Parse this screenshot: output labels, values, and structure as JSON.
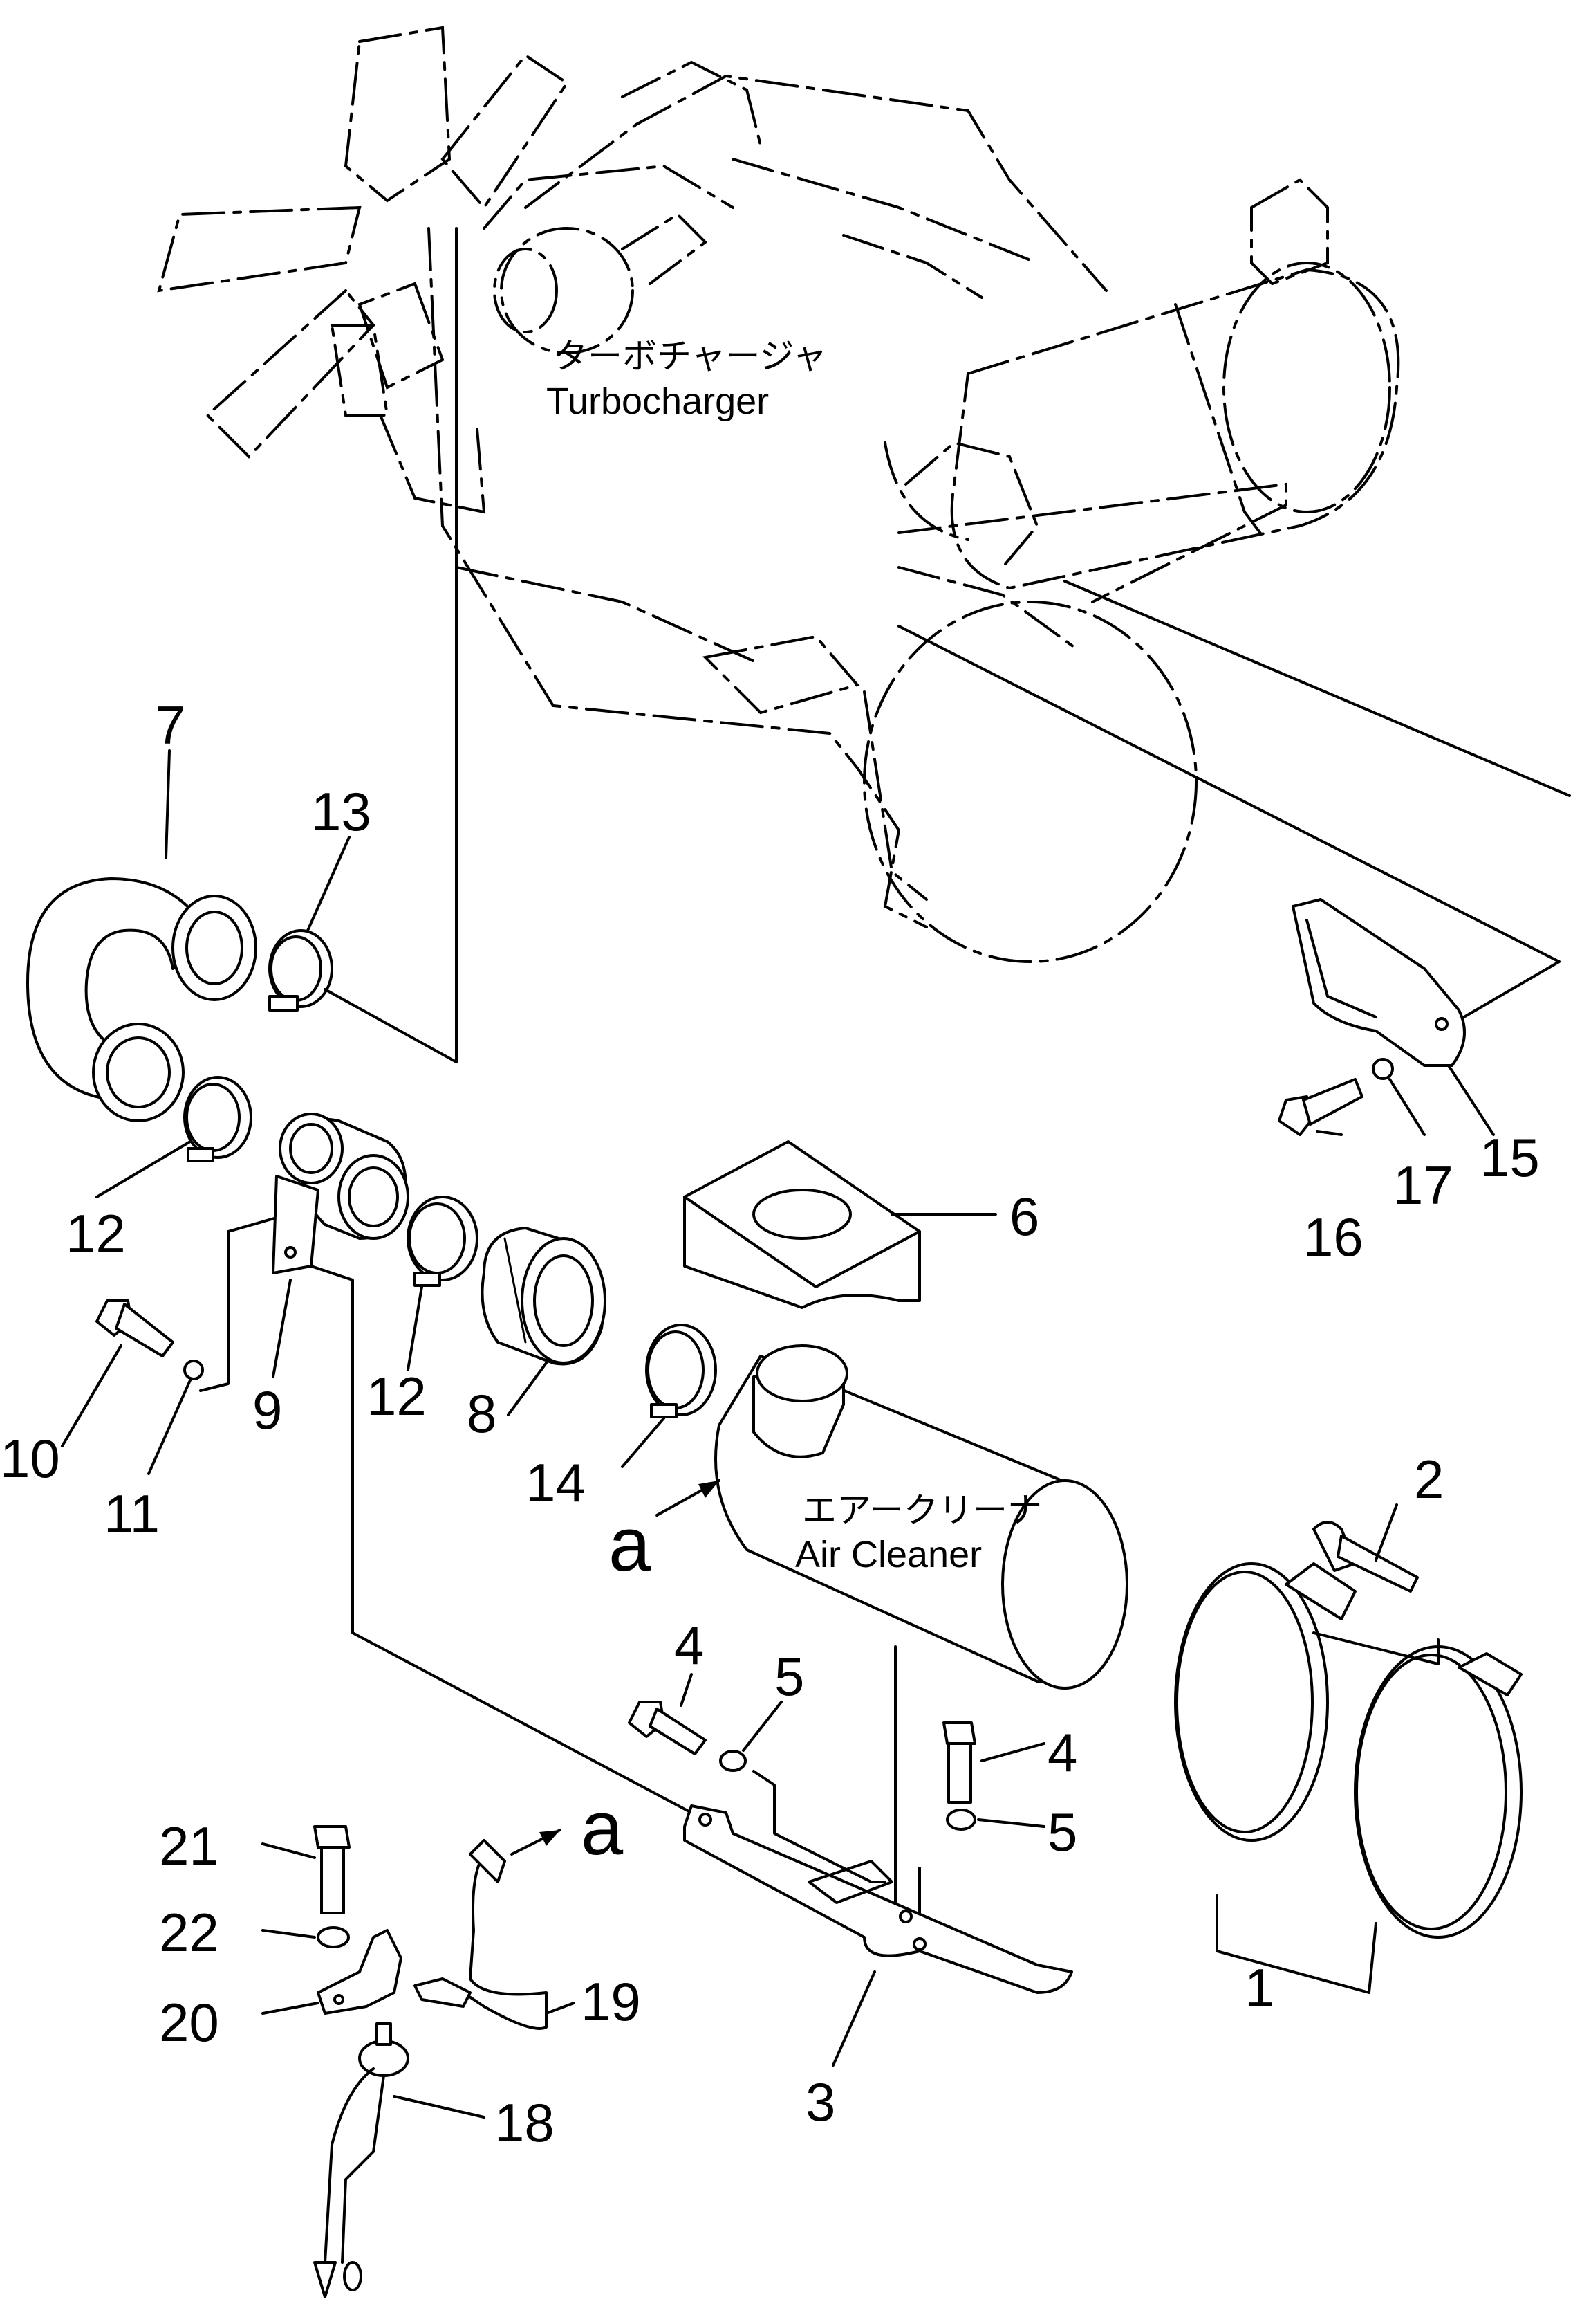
{
  "labels": {
    "turbocharger_jp": "ターボチャージャ",
    "turbocharger_en": "Turbocharger",
    "air_cleaner_jp": "エアークリーナ",
    "air_cleaner_en": "Air  Cleaner",
    "ref_a_top": "a",
    "ref_a_bottom": "a"
  },
  "callouts": {
    "p1": "1",
    "p2": "2",
    "p3": "3",
    "p4a": "4",
    "p4b": "4",
    "p5a": "5",
    "p5b": "5",
    "p6": "6",
    "p7": "7",
    "p8": "8",
    "p9": "9",
    "p10": "10",
    "p11": "11",
    "p12a": "12",
    "p12b": "12",
    "p13": "13",
    "p14": "14",
    "p15": "15",
    "p16": "16",
    "p17": "17",
    "p18": "18",
    "p19": "19",
    "p20": "20",
    "p21": "21",
    "p22": "22"
  }
}
